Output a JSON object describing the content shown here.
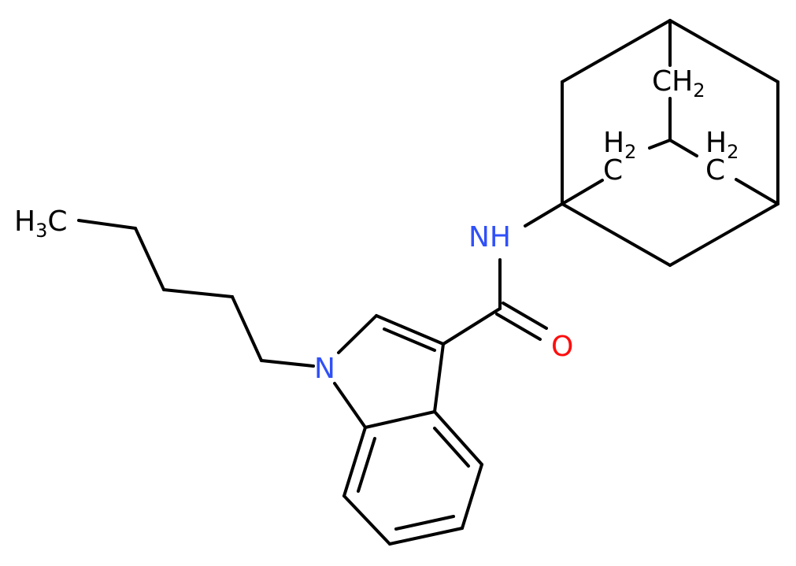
{
  "molecule": {
    "atoms": {
      "methyl": {
        "element": "H",
        "count": "3",
        "tail": "C"
      },
      "nh": {
        "text": "NH"
      },
      "oxygen": {
        "text": "O"
      },
      "n1": {
        "text": "N"
      },
      "ch2_top": {
        "element": "CH",
        "count": "2"
      },
      "ch2_left": {
        "element": "H",
        "count": "2",
        "tail": "C"
      },
      "ch2_right": {
        "element": "H",
        "count": "2",
        "tail": "C"
      }
    },
    "colors": {
      "bond": "#000000",
      "carbon": "#000000",
      "nitrogen": "#3050F8",
      "oxygen": "#FF0D0D"
    }
  }
}
